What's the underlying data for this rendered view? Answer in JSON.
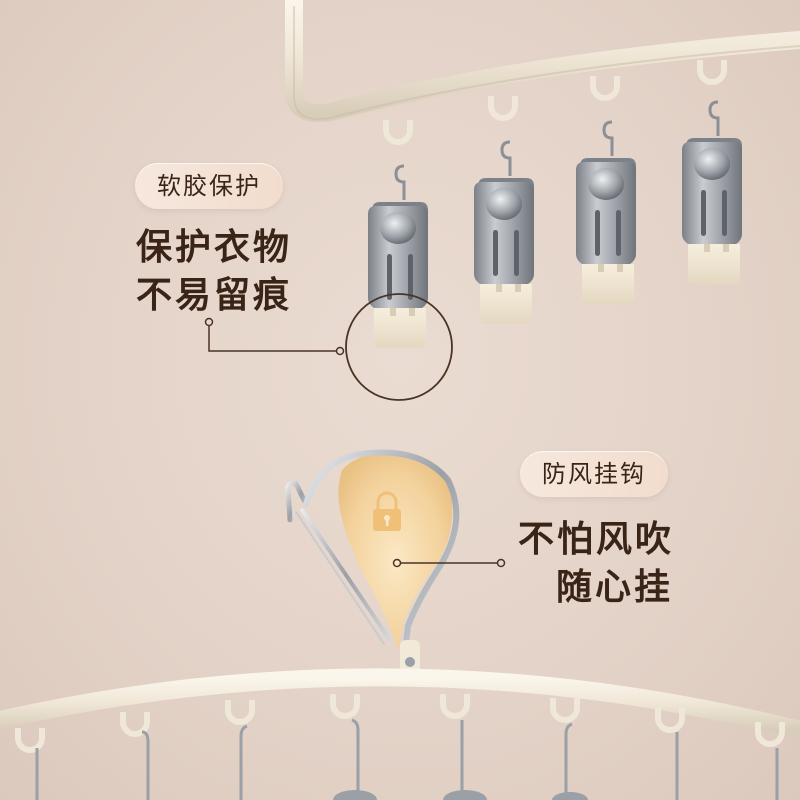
{
  "labels": {
    "soft_rubber": "软胶保护",
    "protect_line1": "保护衣物",
    "protect_line2": "不易留痕",
    "windproof_hook": "防风挂钩",
    "wind_line1": "不怕风吹",
    "wind_line2": "随心挂"
  },
  "icons": {
    "lock": "lock-icon"
  },
  "colors": {
    "background": "#e5d5cb",
    "frame_cream": "#f4ede0",
    "text_brown": "#3a2417",
    "clip_metal": "#a8adb4",
    "hook_glow": "#f5d8a6"
  }
}
